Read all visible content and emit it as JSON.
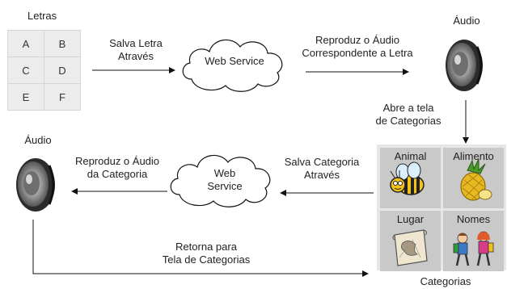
{
  "letters": {
    "title": "Letras",
    "cells": [
      "A",
      "B",
      "C",
      "D",
      "E",
      "F"
    ]
  },
  "flow": {
    "salva_letra": [
      "Salva Letra",
      "Através"
    ],
    "web_service_top": "Web Service",
    "reproduz_audio_letra": [
      "Reproduz o Áudio",
      "Correspondente a Letra"
    ],
    "audio_top": "Áudio",
    "abre_tela": [
      "Abre a tela",
      "de Categorias"
    ],
    "salva_categoria": [
      "Salva Categoria",
      "Através"
    ],
    "web_service_bottom": [
      "Web",
      "Service"
    ],
    "reproduz_audio_categoria": [
      "Reproduz o Áudio",
      "da Categoria"
    ],
    "audio_bottom": "Áudio",
    "retorna": [
      "Retorna para",
      "Tela de Categorias"
    ]
  },
  "categories": {
    "caption": "Categorias",
    "tiles": [
      {
        "label": "Animal",
        "icon": "bee-icon"
      },
      {
        "label": "Alimento",
        "icon": "pineapple-icon"
      },
      {
        "label": "Lugar",
        "icon": "map-icon"
      },
      {
        "label": "Nomes",
        "icon": "children-icon"
      }
    ]
  },
  "colors": {
    "tile_background": "#c9c9c9",
    "letter_cell": "#ececec",
    "speaker_dark": "#2b2b2b",
    "speaker_gray": "#9a9a9a",
    "bee_yellow": "#f2c21b",
    "pineapple_yellow": "#e8b820"
  }
}
